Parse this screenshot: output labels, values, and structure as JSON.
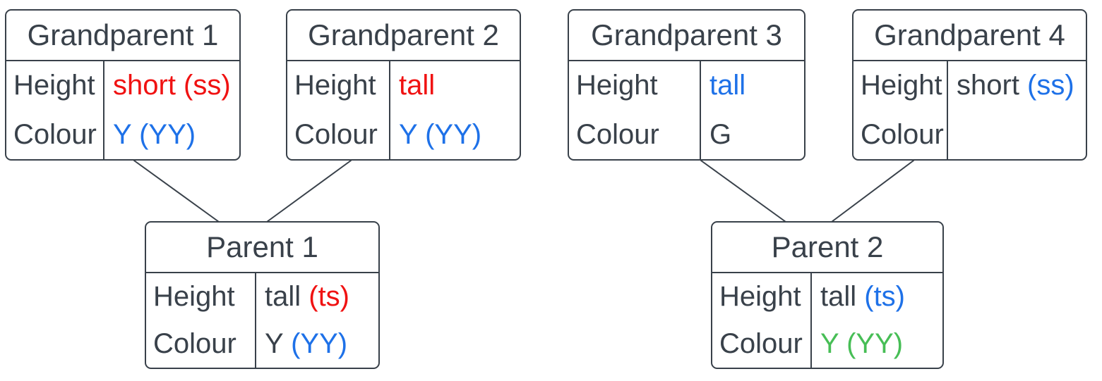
{
  "diagram": {
    "kind": "genetics-pedigree",
    "palette": {
      "text_dark": "#39414A",
      "allele_red": "#F01212",
      "allele_blue": "#1E71E8",
      "allele_green": "#47BE56",
      "node_border": "#39414A",
      "background": "#FFFFFF"
    },
    "nodes": {
      "gp1": {
        "title": "Grandparent 1",
        "rows": [
          {
            "label": "Height",
            "value_a": "short (ss)",
            "value_a_color": "#F01212",
            "value_b": "",
            "value_b_color": ""
          },
          {
            "label": "Colour",
            "value_a": "Y (YY)",
            "value_a_color": "#1E71E8",
            "value_b": "",
            "value_b_color": ""
          }
        ]
      },
      "gp2": {
        "title": "Grandparent 2",
        "rows": [
          {
            "label": "Height",
            "value_a": "tall",
            "value_a_color": "#F01212",
            "value_b": "",
            "value_b_color": ""
          },
          {
            "label": "Colour",
            "value_a": "Y (YY)",
            "value_a_color": "#1E71E8",
            "value_b": "",
            "value_b_color": ""
          }
        ]
      },
      "gp3": {
        "title": "Grandparent 3",
        "rows": [
          {
            "label": "Height",
            "value_a": "tall",
            "value_a_color": "#1E71E8",
            "value_b": "",
            "value_b_color": ""
          },
          {
            "label": "Colour",
            "value_a": "G",
            "value_a_color": "#39414A",
            "value_b": "",
            "value_b_color": ""
          }
        ]
      },
      "gp4": {
        "title": "Grandparent 4",
        "rows": [
          {
            "label": "Height",
            "value_a": "short ",
            "value_a_color": "#39414A",
            "value_b": "(ss)",
            "value_b_color": "#1E71E8"
          },
          {
            "label": "Colour",
            "value_a": "",
            "value_a_color": "",
            "value_b": "",
            "value_b_color": ""
          }
        ]
      },
      "parent1": {
        "title": "Parent 1",
        "rows": [
          {
            "label": "Height",
            "value_a": "tall ",
            "value_a_color": "#39414A",
            "value_b": "(ts)",
            "value_b_color": "#F01212"
          },
          {
            "label": "Colour",
            "value_a": "Y ",
            "value_a_color": "#39414A",
            "value_b": "(YY)",
            "value_b_color": "#1E71E8"
          }
        ]
      },
      "parent2": {
        "title": "Parent 2",
        "rows": [
          {
            "label": "Height",
            "value_a": "tall ",
            "value_a_color": "#39414A",
            "value_b": "(ts)",
            "value_b_color": "#1E71E8"
          },
          {
            "label": "Colour",
            "value_a": "Y (YY)",
            "value_a_color": "#47BE56",
            "value_b": "",
            "value_b_color": ""
          }
        ]
      }
    },
    "edges": [
      {
        "from": "Grandparent 1",
        "to": "Parent 1"
      },
      {
        "from": "Grandparent 2",
        "to": "Parent 1"
      },
      {
        "from": "Grandparent 3",
        "to": "Parent 2"
      },
      {
        "from": "Grandparent 4",
        "to": "Parent 2"
      }
    ]
  }
}
